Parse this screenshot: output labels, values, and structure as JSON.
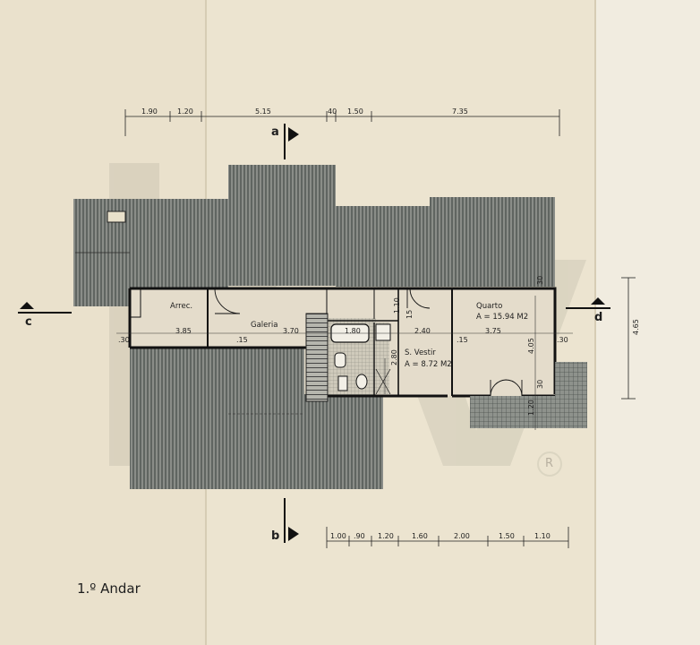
{
  "plan": {
    "title": "1.º Andar",
    "rooms": {
      "arrec": "Arrec.",
      "galeria": "Galeria",
      "quarto": "Quarto",
      "quarto_area": "A = 15.94 M2",
      "svestir": "S. Vestir",
      "svestir_area": "A = 8.72 M2"
    },
    "sections": {
      "a": "a",
      "b": "b",
      "c": "c",
      "d": "d"
    },
    "top_dims": [
      "1.90",
      "1.20",
      "5.15",
      "40",
      "1.50",
      "7.35"
    ],
    "bottom_dims": [
      "1.00",
      ".90",
      "1.20",
      "1.60",
      "2.00",
      "1.50",
      "1.10"
    ],
    "interior_dims": {
      "d30a": ".30",
      "d385": "3.85",
      "d15a": ".15",
      "d370": "3.70",
      "d180": "1.80",
      "d240": "2.40",
      "d15b": ".15",
      "d375": "3.75",
      "d30b": ".30",
      "d405": "4.05",
      "d280": "2.80",
      "d110": "1.10",
      "d15c": "15",
      "d30c": "30",
      "d30d": "30",
      "d120": "1.20"
    },
    "right_dim": "4.65",
    "watermark_mark": "R"
  }
}
